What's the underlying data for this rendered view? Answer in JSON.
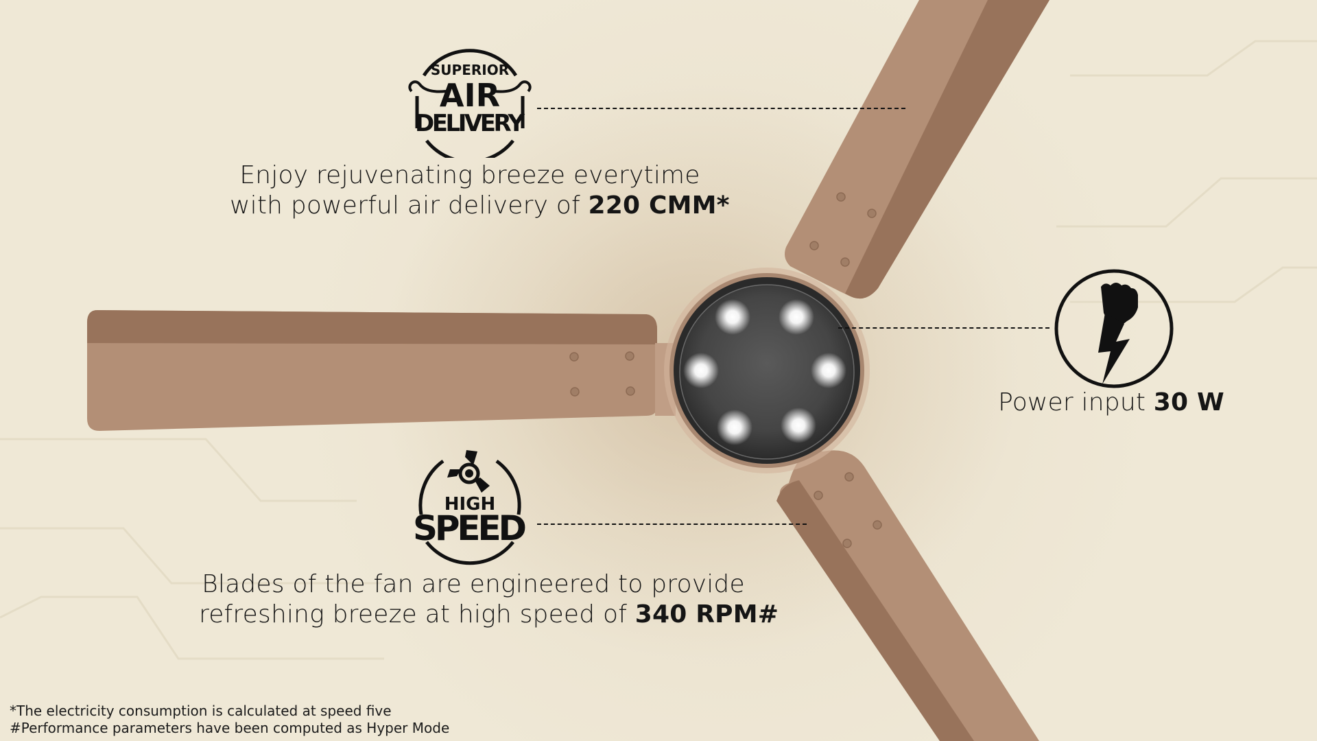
{
  "features": [
    {
      "id": "air-delivery",
      "badge": {
        "line1": "SUPERIOR",
        "line2": "AIR",
        "line3": "DELIVERY"
      },
      "description_line1": "Enjoy rejuvenating breeze everytime",
      "description_line2_prefix": "with powerful air delivery of ",
      "value": "220 CMM*"
    },
    {
      "id": "power-input",
      "badge": {
        "icon": "fist-lightning-icon"
      },
      "label_prefix": "Power input ",
      "value": "30 W"
    },
    {
      "id": "high-speed",
      "badge": {
        "line1": "HIGH",
        "line2": "SPEED",
        "icon": "fan-speed-icon"
      },
      "description_line1": "Blades of the fan are engineered to provide",
      "description_line2_prefix": "refreshing breeze at high speed of ",
      "value": "340 RPM#"
    }
  ],
  "footnotes": [
    "*The electricity consumption is calculated at speed five",
    "#Performance parameters have been computed as Hyper Mode"
  ],
  "colors": {
    "background": "#efe8d6",
    "blade_light": "#b38f76",
    "blade_dark": "#98735b",
    "hub_dark": "#3f3f3f",
    "text": "#111111"
  }
}
